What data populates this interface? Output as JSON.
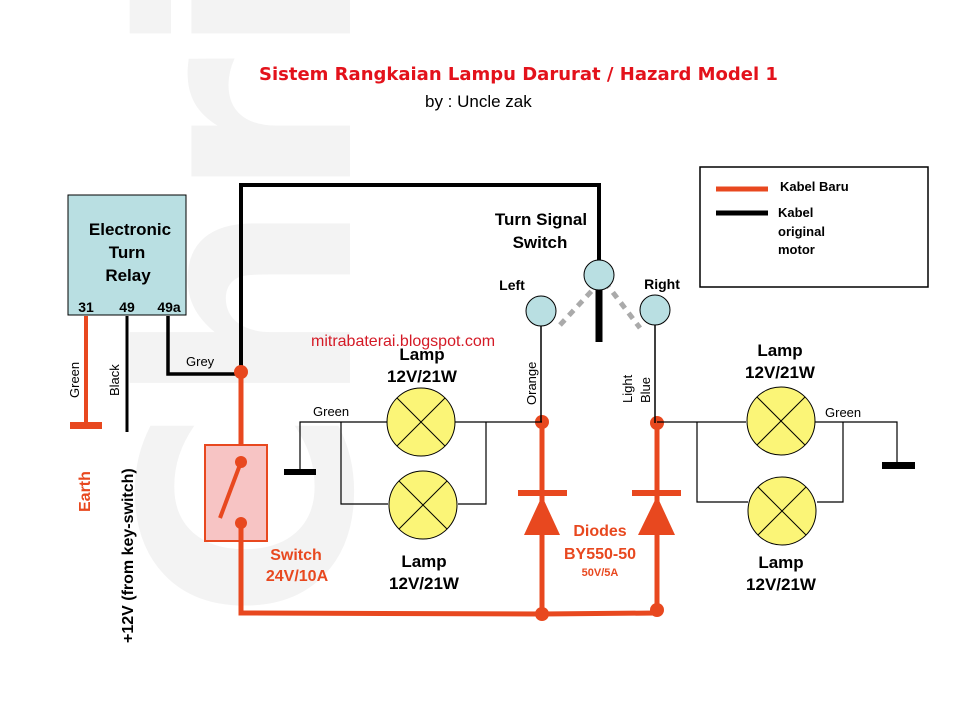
{
  "title": "Sistem Rangkaian Lampu Darurat / Hazard Model 1",
  "byline": "by : Uncle zak",
  "watermark": "Christos",
  "website": "mitrabaterai.blogspot.com",
  "colors": {
    "new_wire": "#e8481f",
    "original_wire": "#000000",
    "relay_fill": "#b9dfe2",
    "lamp_fill": "#fbf577",
    "switch_fill": "#f7c4c4",
    "title": "#e3121b"
  },
  "legend": {
    "items": [
      {
        "label": "Kabel Baru",
        "color": "#e8481f"
      },
      {
        "label_lines": [
          "Kabel",
          "original",
          "motor"
        ],
        "color": "#000000"
      }
    ]
  },
  "relay": {
    "label_lines": [
      "Electronic",
      "Turn",
      "Relay"
    ],
    "pins": [
      "31",
      "49",
      "49a"
    ]
  },
  "wires": {
    "relay_31": "Green",
    "relay_49": "Black",
    "relay_49a": "Grey",
    "left_lamps_ground": "Green",
    "right_lamps_ground": "Green",
    "left_feed": "Orange",
    "right_feed_lines": [
      "Light",
      "Blue"
    ]
  },
  "earth_label": "Earth",
  "power_label": "+12V (from key-switch)",
  "turn_switch": {
    "label_lines": [
      "Turn Signal",
      "Switch"
    ],
    "left": "Left",
    "right": "Right"
  },
  "hazard_switch": {
    "label_lines": [
      "Switch",
      "24V/10A"
    ]
  },
  "diodes": {
    "label_lines": [
      "Diodes",
      "BY550-50"
    ],
    "rating": "50V/5A"
  },
  "lamps": [
    {
      "id": "left-top",
      "name": "Lamp",
      "rating": "12V/21W"
    },
    {
      "id": "left-bottom",
      "name": "Lamp",
      "rating": "12V/21W"
    },
    {
      "id": "right-top",
      "name": "Lamp",
      "rating": "12V/21W"
    },
    {
      "id": "right-bottom",
      "name": "Lamp",
      "rating": "12V/21W"
    }
  ]
}
